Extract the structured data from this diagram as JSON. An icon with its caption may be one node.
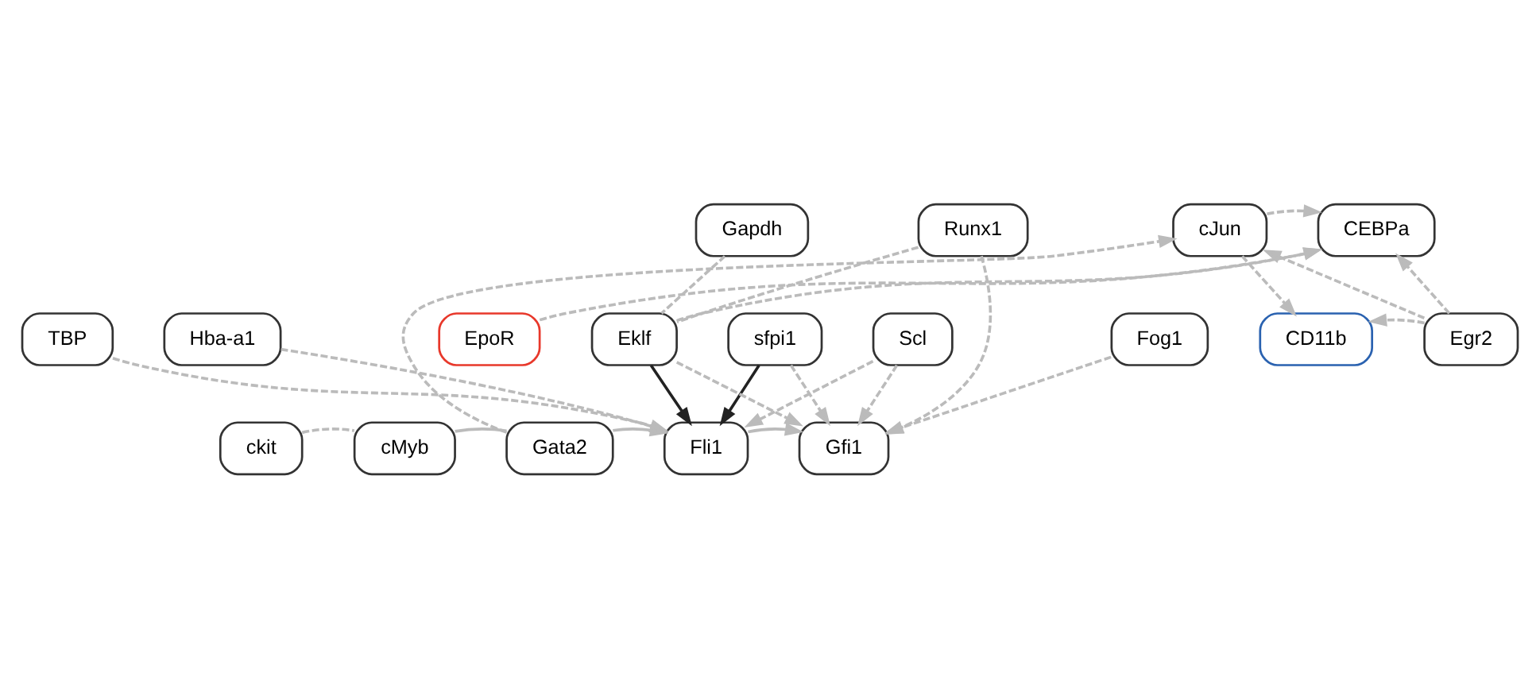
{
  "diagram": {
    "nodes": [
      {
        "text": [
          "Gapdh"
        ]
      },
      {
        "text": [
          "Runx1"
        ]
      },
      {
        "text": [
          "cJun"
        ]
      },
      {
        "text": [
          "CEBPa"
        ]
      },
      {
        "text": [
          "TBP"
        ]
      },
      {
        "text": [
          "EpoR"
        ]
      },
      {
        "text": [
          "Hba-a1"
        ]
      },
      {
        "text": [
          "sfpi1"
        ]
      },
      {
        "text": [
          "Scl"
        ]
      },
      {
        "text": [
          "Fog1"
        ]
      },
      {
        "text": [
          "Eklf"
        ]
      },
      {
        "text": [
          "CD11b"
        ]
      },
      {
        "text": [
          "Egr2"
        ]
      },
      {
        "text": [
          "ckit"
        ]
      },
      {
        "text": [
          "cMyb"
        ]
      },
      {
        "text": [
          "Gata2"
        ]
      },
      {
        "text": [
          "Fli1"
        ]
      },
      {
        "text": [
          "Gfi1"
        ]
      }
    ],
    "edges": [
      {
        "from": 0,
        "to": 10,
        "arrow": "none",
        "style": "dashed"
      },
      {
        "from": 5,
        "to": 3,
        "arrow": "to",
        "style": "dashed"
      },
      {
        "from": 4,
        "to": 16,
        "arrow": "to",
        "style": "dashed"
      },
      {
        "from": 1,
        "to": 10,
        "arrow": "none",
        "style": "dashed"
      },
      {
        "from": 1,
        "to": 17,
        "arrow": "to",
        "style": "dashed"
      },
      {
        "from": 2,
        "to": 3,
        "arrow": "to",
        "style": "dashed"
      },
      {
        "from": 2,
        "to": 11,
        "arrow": "to",
        "style": "dashed"
      },
      {
        "from": 12,
        "to": 2,
        "arrow": "to",
        "style": "dashed"
      },
      {
        "from": 12,
        "to": 3,
        "arrow": "to",
        "style": "dashed"
      },
      {
        "from": 12,
        "to": 11,
        "arrow": "to",
        "style": "dashed"
      },
      {
        "from": 15,
        "to": 2,
        "arrow": "to",
        "style": "dashed"
      },
      {
        "from": 10,
        "to": 3,
        "arrow": "to",
        "style": "dashed"
      },
      {
        "from": 7,
        "to": 16,
        "arrow": "to",
        "color": "#222222"
      },
      {
        "from": 10,
        "to": 16,
        "arrow": "to",
        "color": "#222222"
      },
      {
        "from": 7,
        "to": 17,
        "arrow": "to",
        "style": "dashed"
      },
      {
        "from": 6,
        "to": 16,
        "arrow": "to",
        "style": "dashed"
      },
      {
        "from": 10,
        "to": 17,
        "arrow": "to",
        "style": "dashed"
      },
      {
        "from": 8,
        "to": 16,
        "arrow": "to",
        "style": "dashed"
      },
      {
        "from": 8,
        "to": 17,
        "arrow": "to",
        "style": "dashed"
      },
      {
        "from": 9,
        "to": 17,
        "arrow": "to",
        "style": "dashed"
      },
      {
        "from": 13,
        "to": 14,
        "arrow": "none",
        "style": "dashed"
      },
      {
        "from": 14,
        "to": 15,
        "arrow": "none"
      },
      {
        "from": 15,
        "to": 16,
        "arrow": "to"
      },
      {
        "from": 16,
        "to": 17,
        "arrow": "to"
      }
    ]
  }
}
